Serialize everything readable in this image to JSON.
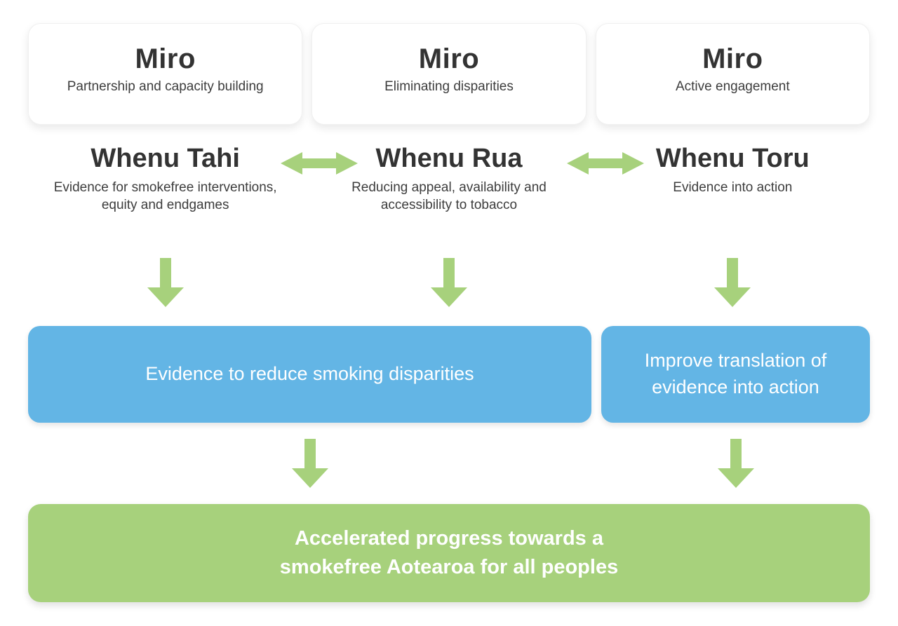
{
  "colors": {
    "green": "#a7d17c",
    "blue": "#63b5e5",
    "card-bg": "#ffffff",
    "text-dark": "#333333",
    "text-body": "#3d3d3d",
    "white": "#ffffff"
  },
  "miro_cards": [
    {
      "title": "Miro",
      "subtitle": "Partnership and capacity building"
    },
    {
      "title": "Miro",
      "subtitle": "Eliminating disparities"
    },
    {
      "title": "Miro",
      "subtitle": "Active engagement"
    }
  ],
  "whenu_columns": [
    {
      "title": "Whenu Tahi",
      "subtitle": "Evidence for smokefree interventions, equity and endgames"
    },
    {
      "title": "Whenu Rua",
      "subtitle": "Reducing appeal, availability and accessibility to tobacco"
    },
    {
      "title": "Whenu Toru",
      "subtitle": "Evidence into action"
    }
  ],
  "outcome_boxes": {
    "evidence": "Evidence to reduce smoking disparities",
    "translation": "Improve translation of evidence into action"
  },
  "goal_box": {
    "line1": "Accelerated progress towards a",
    "line2": "smokefree Aotearoa for all peoples"
  }
}
